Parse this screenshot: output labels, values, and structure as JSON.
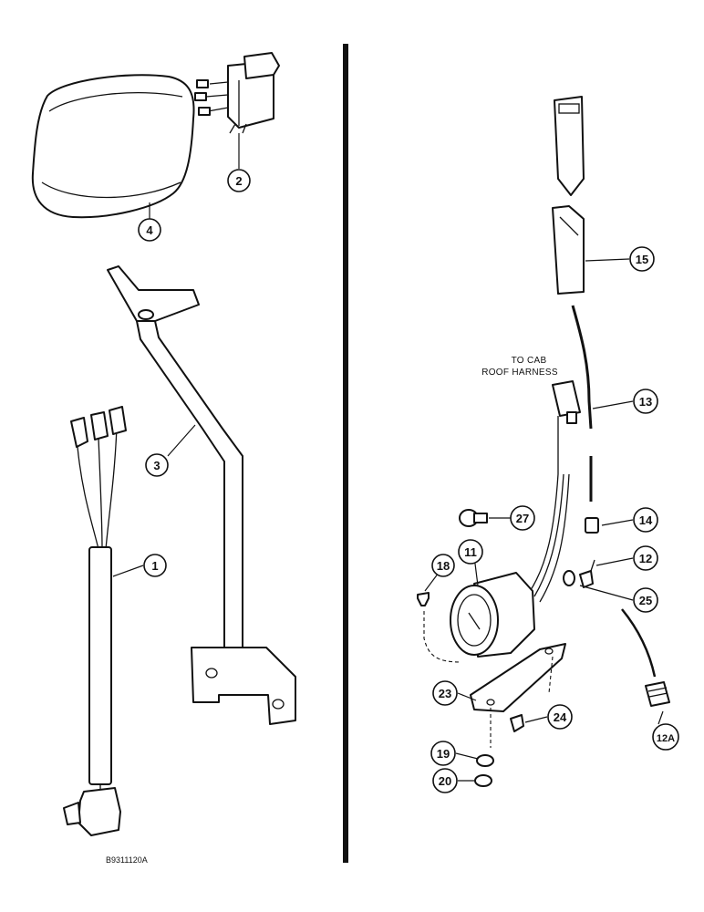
{
  "drawing_code": "B9311120A",
  "note": {
    "line1": "TO CAB",
    "line2": "ROOF HARNESS"
  },
  "callouts": {
    "c1": "1",
    "c2": "2",
    "c3": "3",
    "c4": "4",
    "c11": "11",
    "c12": "12",
    "c12a": "12A",
    "c13": "13",
    "c14": "14",
    "c15": "15",
    "c18": "18",
    "c19": "19",
    "c20": "20",
    "c23": "23",
    "c24": "24",
    "c25": "25",
    "c27": "27"
  },
  "colors": {
    "ink": "#111111",
    "paper": "#ffffff"
  }
}
